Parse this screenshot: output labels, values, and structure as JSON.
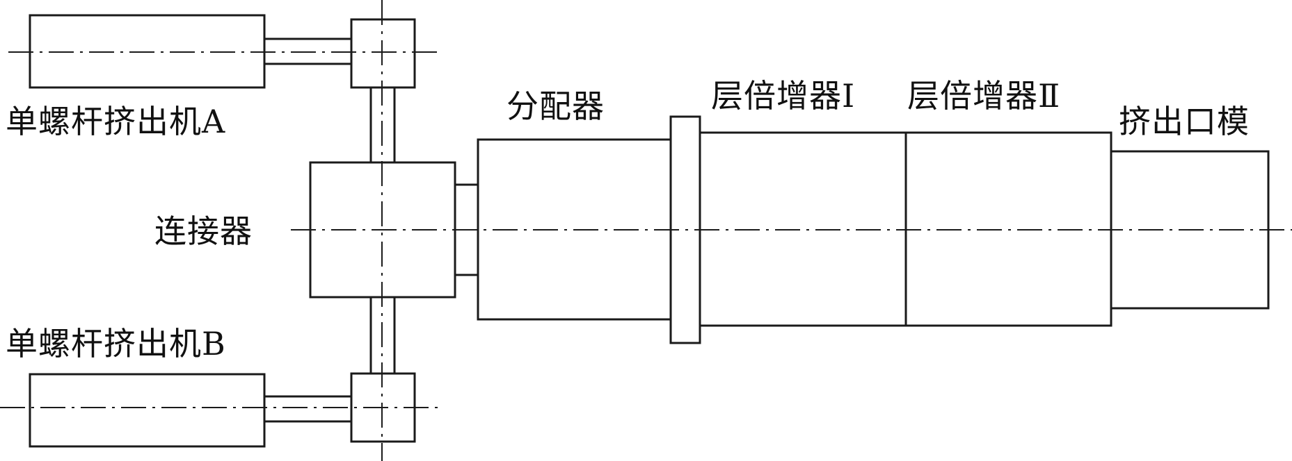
{
  "labels": {
    "extruder_a": "单螺杆挤出机A",
    "extruder_b": "单螺杆挤出机B",
    "connector": "连接器",
    "distributor": "分配器",
    "multiplier_1": "层倍增器I",
    "multiplier_2": "层倍增器Ⅱ",
    "die": "挤出口模"
  }
}
